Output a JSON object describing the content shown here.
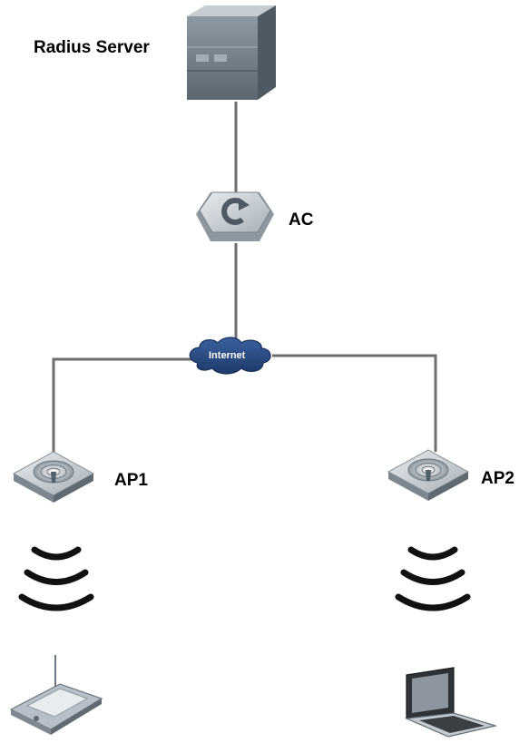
{
  "nodes": {
    "radius_server": {
      "label": "Radius Server"
    },
    "ac": {
      "label": "AC"
    },
    "internet": {
      "label": "Internet"
    },
    "ap1": {
      "label": "AP1"
    },
    "ap2": {
      "label": "AP2"
    }
  },
  "colors": {
    "link": "#6e6e6e",
    "server": "#6f7c86",
    "device": "#b8c0c8",
    "cloud": "#2c4f86",
    "wave": "#111111"
  },
  "icons": [
    "server-icon",
    "access-controller-icon",
    "cloud-icon",
    "access-point-icon",
    "wireless-signal-icon",
    "pda-icon",
    "laptop-icon"
  ]
}
